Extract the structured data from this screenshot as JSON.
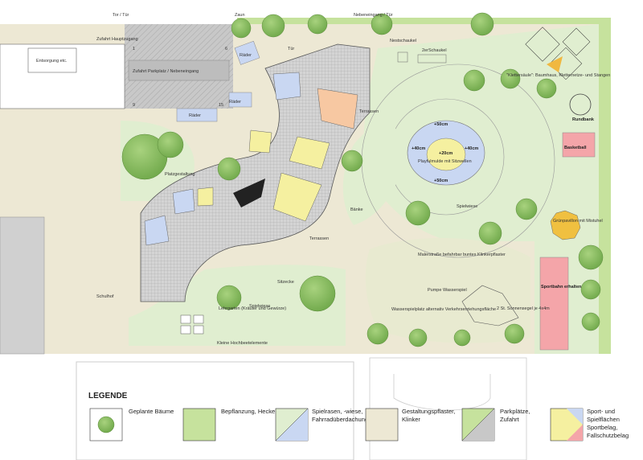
{
  "labels": {
    "tor_tuer": "Tor / Tür",
    "zaun": "Zaun",
    "nebeneingang_tuer": "Nebeneingang / Tür",
    "zufahrt_hauptzugang": "Zufahrt Hauptzugang",
    "entsorgung": "Entsorgung etc.",
    "zufahrt_parkplatz": "Zufahrt Parkplatz / Nebeneingang",
    "raeder_1": "Räder",
    "raeder_2": "Räder",
    "raeder_3": "Räder",
    "tuer": "Tür",
    "nestschaukel": "Nestschaukel",
    "schaukel": "2erSchaukel",
    "klettersaeule": "\"Klettersäule\": Baumhaus, Kletternetze- und Stangen",
    "rundbank": "Rundbank",
    "basketball": "Basketball",
    "terrassen_1": "Terrassen",
    "terrassen_2": "Terrassen",
    "platzgestaltung": "Platzgestaltung",
    "baenke": "Bänke",
    "plus50_top": "+50cm",
    "plus40_left": "+40cm",
    "plus40_right": "+40cm",
    "plus20": "+20cm",
    "playful": "Playfulmulde mit Sitzwellen",
    "plus50_bottom": "+50cm",
    "spielwiese_1": "Spielwiese",
    "spielwiese_2": "Spielwiese",
    "pavillon": "Grünpavillon mit Mistuhel",
    "malerstrasse": "Malerstraße befahrbar buntes Klinkerpflaster",
    "sportbahn": "Sportbahn erhalten",
    "schulhof": "Schulhof",
    "sitzecke": "Sitzecke",
    "pumpe": "Pumpe Wasserspiel",
    "wasserspielplatz": "Wasserspielplatz alternativ Verkehrserziehungsfläche",
    "sonnensegel": "2 St. Sonnensegel je 4x4m",
    "lehrgarten": "Lehrgarten (Kräuter und Gewürze)",
    "hochbeete": "Kleine Hochbeetelemente",
    "stall_1": "1",
    "stall_6": "6",
    "stall_9": "9",
    "stall_15": "15"
  },
  "legend": {
    "title": "LEGENDE",
    "items": [
      {
        "label": "Geplante Bäume",
        "swatch": "tree"
      },
      {
        "label": "Bepflanzung, Hecke",
        "swatch": "#c6e29d"
      },
      {
        "label": "Spielrasen, -wiese, Fahrradüberdachung",
        "swatch": "split-green-blue"
      },
      {
        "label": "Gestaltungspflaster, Klinker",
        "swatch": "#ede8d4"
      },
      {
        "label": "Parkplätze, Zufahrt",
        "swatch": "split-green-grey"
      },
      {
        "label": "Sport- und Spielflächen Sportbelag, Fallschutzbelag",
        "swatch": "split-yellow-blue-pink"
      }
    ]
  },
  "colors": {
    "tree_green": "#8cc064",
    "hedge_green": "#c6e29d",
    "paving_beige": "#ede8d4",
    "lawn_green": "#e0eed0",
    "blue_fill": "#c9d7f2",
    "yellow_fill": "#f5f0a0",
    "pink_fill": "#f4a5a9",
    "orange_fill": "#f7c8a2",
    "grey_parking": "#c8c8c8",
    "building_grey": "#d4d4d4"
  }
}
